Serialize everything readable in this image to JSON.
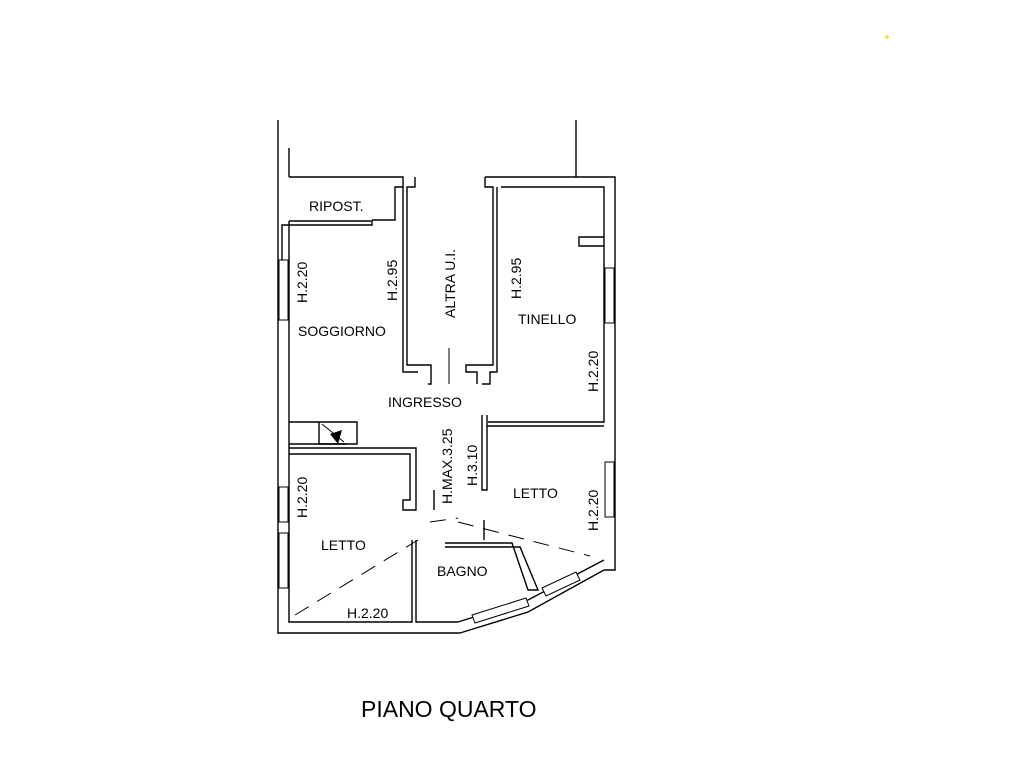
{
  "plan": {
    "title": "PIANO QUARTO",
    "rooms": {
      "ripostiglio": "RIPOST.",
      "soggiorno": "SOGGIORNO",
      "altra_ui": "ALTRA U.I.",
      "tinello": "TINELLO",
      "ingresso": "INGRESSO",
      "letto_left": "LETTO",
      "letto_right": "LETTO",
      "bagno": "BAGNO"
    },
    "heights": {
      "soggiorno_wall": "H.2.20",
      "soggiorno_inner": "H.2.95",
      "tinello_inner": "H.2.95",
      "tinello_wall": "H.2.20",
      "ingresso_max": "H.MAX.3.25",
      "corridor": "H.3.10",
      "letto_left_wall": "H.2.20",
      "letto_left_bottom": "H.2.20",
      "letto_right_wall": "H.2.20"
    },
    "colors": {
      "line": "#000000",
      "marker": "#f3e15a"
    }
  }
}
